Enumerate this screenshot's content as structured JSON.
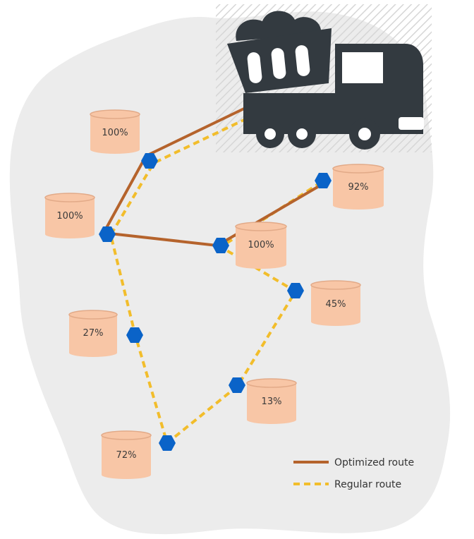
{
  "colors": {
    "background": "#ffffff",
    "region_fill": "#ececec",
    "truck": "#333a40",
    "bin_fill": "#f8c6a6",
    "bin_stroke": "#e2aa88",
    "node": "#0a63c8",
    "optimized_route": "#b5632c",
    "regular_route": "#f2bd2b"
  },
  "icons": {
    "truck": "garbage-truck-icon",
    "bin": "waste-bin-icon",
    "node": "hexagon-node-icon"
  },
  "bins": [
    {
      "id": "b1",
      "label": "100%"
    },
    {
      "id": "b2",
      "label": "100%"
    },
    {
      "id": "b3",
      "label": "92%"
    },
    {
      "id": "b4",
      "label": "100%"
    },
    {
      "id": "b5",
      "label": "45%"
    },
    {
      "id": "b6",
      "label": "27%"
    },
    {
      "id": "b7",
      "label": "13%"
    },
    {
      "id": "b8",
      "label": "72%"
    }
  ],
  "legend": {
    "optimized_label": "Optimized route",
    "regular_label": "Regular route"
  }
}
